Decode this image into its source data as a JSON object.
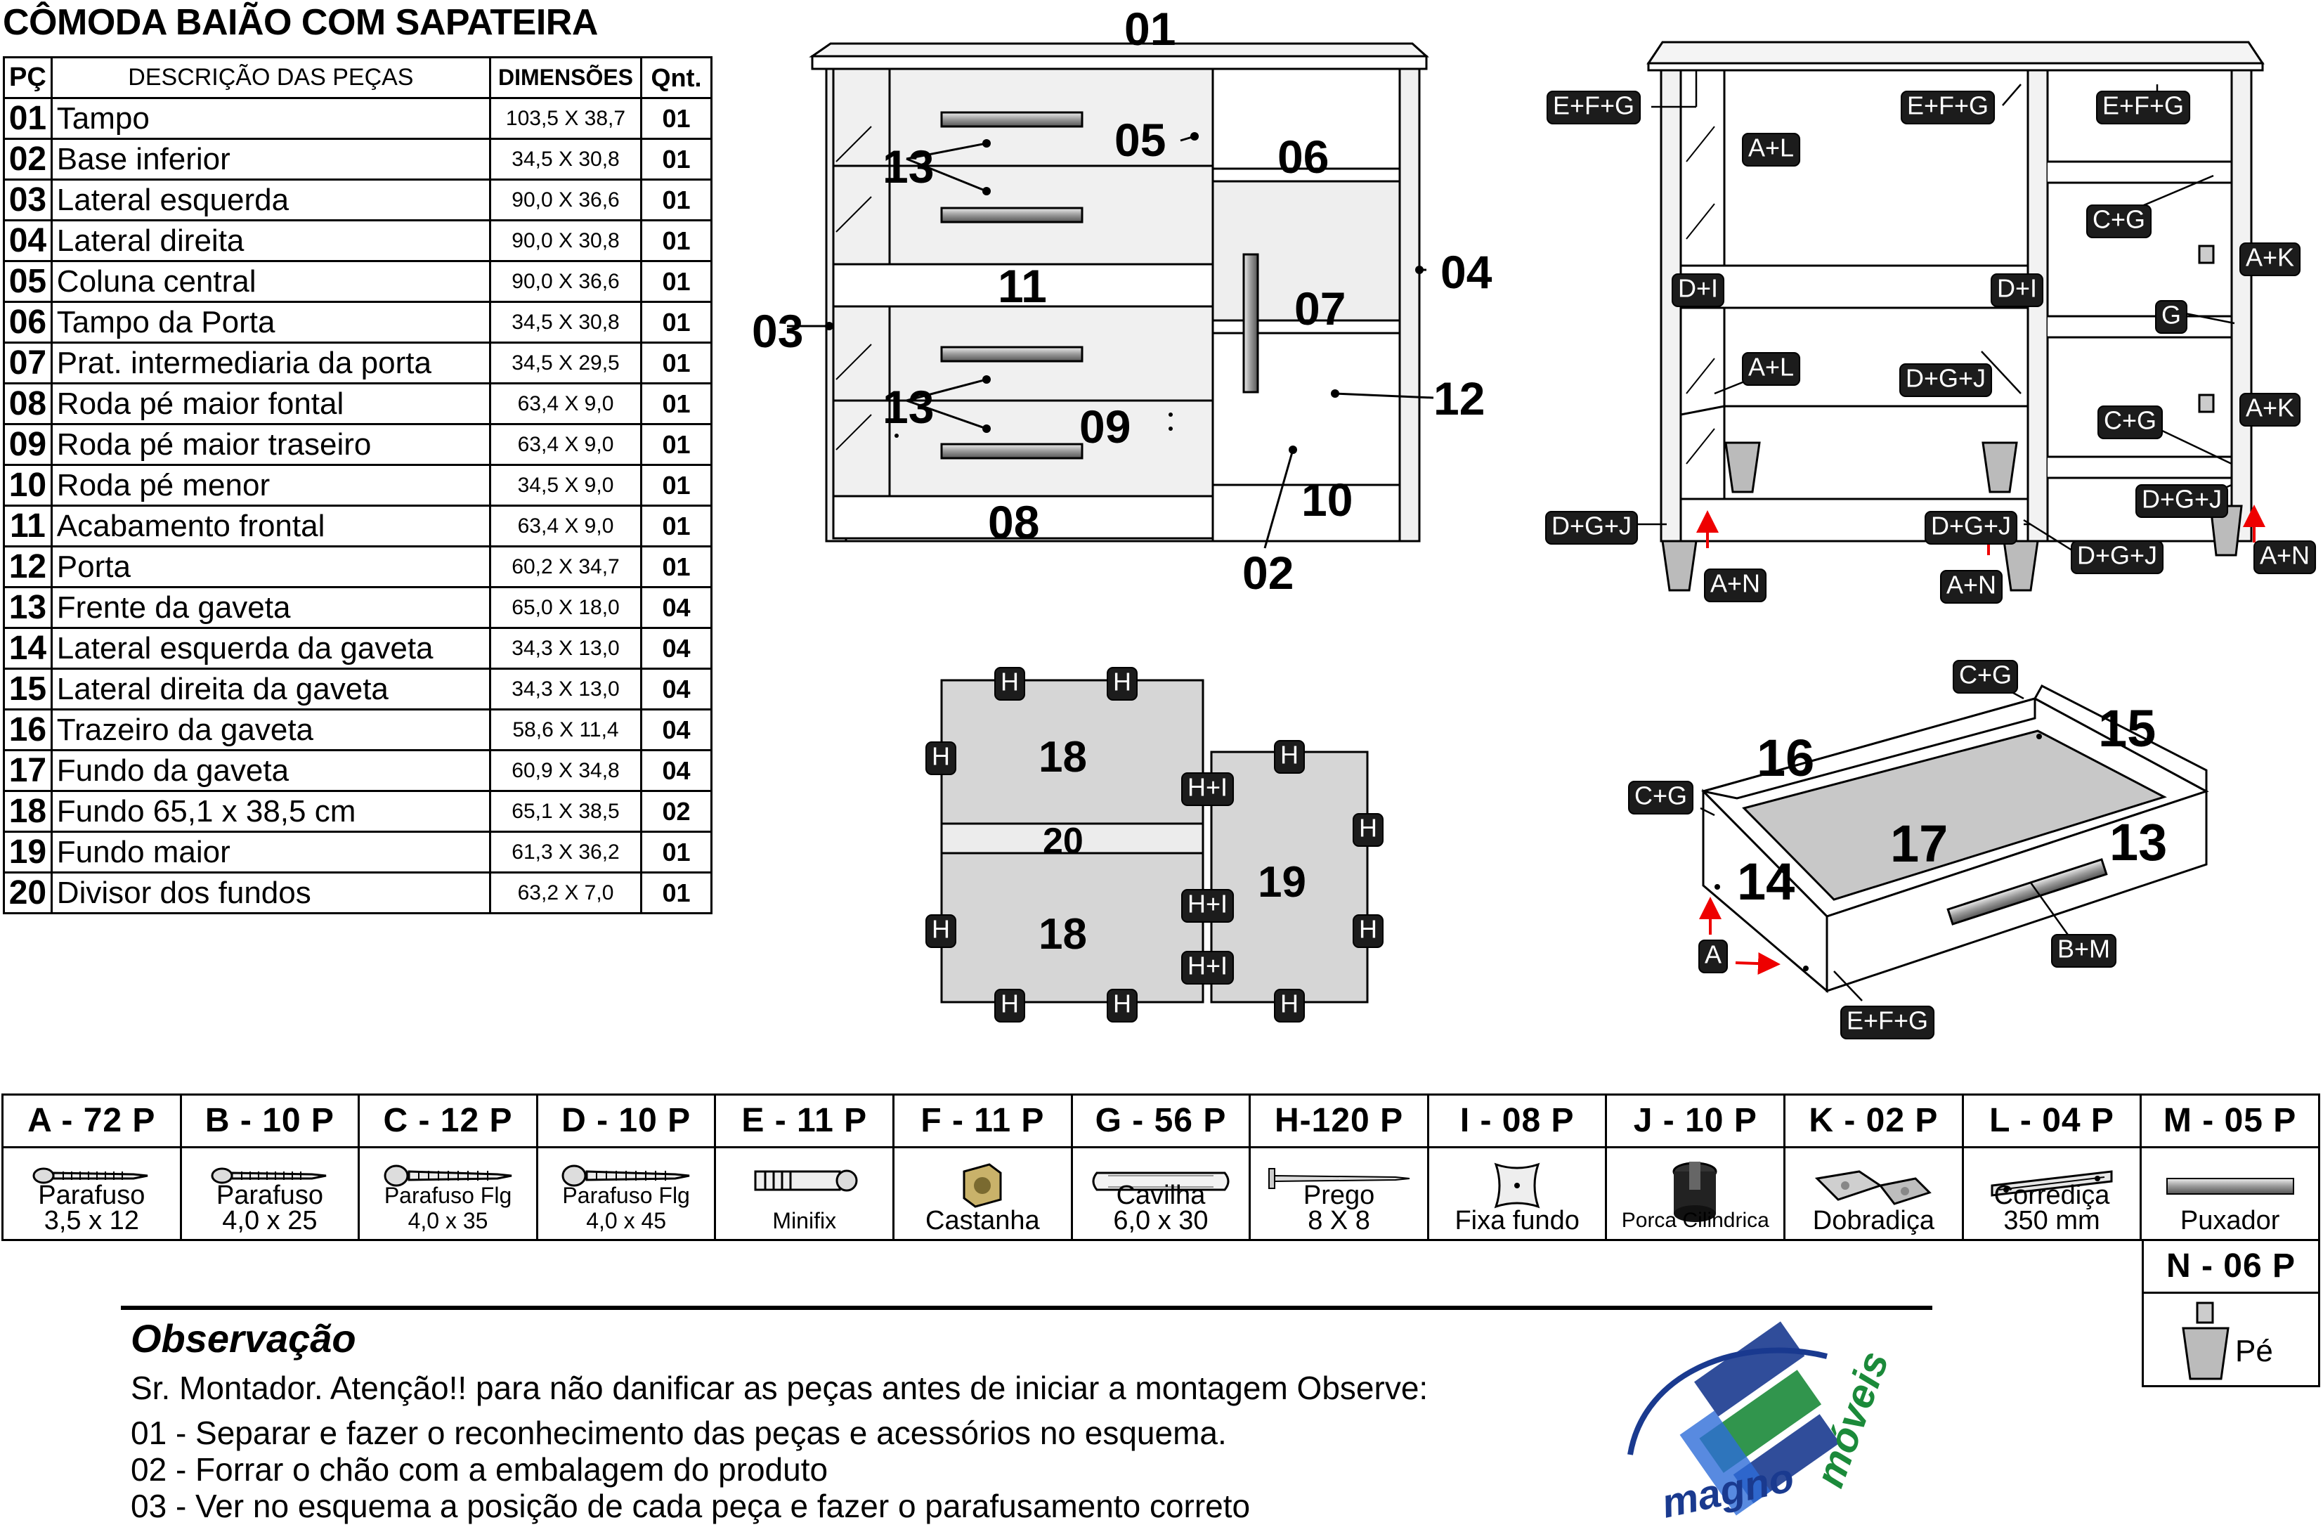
{
  "title": "CÔMODA BAIÃO COM SAPATEIRA",
  "table": {
    "headers": {
      "pc": "PÇ",
      "desc": "DESCRIÇÃO DAS PEÇAS",
      "dim": "DIMENSÕES",
      "qnt": "Qnt."
    },
    "rows": [
      {
        "n": "01",
        "desc": "Tampo",
        "dim": "103,5 X 38,7",
        "qnt": "01"
      },
      {
        "n": "02",
        "desc": "Base inferior",
        "dim": "34,5 X 30,8",
        "qnt": "01"
      },
      {
        "n": "03",
        "desc": "Lateral esquerda",
        "dim": "90,0 X 36,6",
        "qnt": "01"
      },
      {
        "n": "04",
        "desc": "Lateral direita",
        "dim": "90,0 X 30,8",
        "qnt": "01"
      },
      {
        "n": "05",
        "desc": "Coluna central",
        "dim": "90,0 X 36,6",
        "qnt": "01"
      },
      {
        "n": "06",
        "desc": "Tampo da Porta",
        "dim": "34,5 X 30,8",
        "qnt": "01"
      },
      {
        "n": "07",
        "desc": "Prat. intermediaria da porta",
        "dim": "34,5 X 29,5",
        "qnt": "01"
      },
      {
        "n": "08",
        "desc": "Roda pé maior fontal",
        "dim": "63,4 X 9,0",
        "qnt": "01"
      },
      {
        "n": "09",
        "desc": "Roda pé maior traseiro",
        "dim": "63,4 X 9,0",
        "qnt": "01"
      },
      {
        "n": "10",
        "desc": "Roda pé menor",
        "dim": "34,5 X 9,0",
        "qnt": "01"
      },
      {
        "n": "11",
        "desc": "Acabamento frontal",
        "dim": "63,4 X 9,0",
        "qnt": "01"
      },
      {
        "n": "12",
        "desc": "Porta",
        "dim": "60,2 X 34,7",
        "qnt": "01"
      },
      {
        "n": "13",
        "desc": "Frente da gaveta",
        "dim": "65,0 X 18,0",
        "qnt": "04"
      },
      {
        "n": "14",
        "desc": "Lateral esquerda da gaveta",
        "dim": "34,3 X 13,0",
        "qnt": "04"
      },
      {
        "n": "15",
        "desc": "Lateral direita da gaveta",
        "dim": "34,3 X 13,0",
        "qnt": "04"
      },
      {
        "n": "16",
        "desc": "Trazeiro da gaveta",
        "dim": "58,6 X 11,4",
        "qnt": "04"
      },
      {
        "n": "17",
        "desc": "Fundo da gaveta",
        "dim": "60,9 X 34,8",
        "qnt": "04"
      },
      {
        "n": "18",
        "desc": "Fundo 65,1 x 38,5 cm",
        "dim": "65,1 X 38,5",
        "qnt": "02"
      },
      {
        "n": "19",
        "desc": "Fundo maior",
        "dim": "61,3 X 36,2",
        "qnt": "01"
      },
      {
        "n": "20",
        "desc": "Divisor dos fundos",
        "dim": "63,2 X 7,0",
        "qnt": "01"
      }
    ]
  },
  "front_diagram": {
    "labels": {
      "l01": "01",
      "l03": "03",
      "l04": "04",
      "l05": "05",
      "l06": "06",
      "l07": "07",
      "l08": "08",
      "l09": "09",
      "l10": "10",
      "l11": "11",
      "l12": "12",
      "l13a": "13",
      "l13b": "13",
      "l02": "02"
    }
  },
  "back_diagram": {
    "tags": {
      "efg1": "E+F+G",
      "efg2": "E+F+G",
      "efg3": "E+F+G",
      "al1": "A+L",
      "al2": "A+L",
      "cg1": "C+G",
      "cg2": "C+G",
      "ak1": "A+K",
      "ak2": "A+K",
      "di1": "D+I",
      "di2": "D+I",
      "g": "G",
      "dgj1": "D+G+J",
      "dgj2": "D+G+J",
      "dgj3": "D+G+J",
      "dgj4": "D+G+J",
      "dgj5": "D+G+J",
      "an1": "A+N",
      "an2": "A+N",
      "an3": "A+N"
    }
  },
  "panels_diagram": {
    "labels": {
      "p18a": "18",
      "p18b": "18",
      "p19": "19",
      "p20": "20"
    },
    "h": "H",
    "hi": "H+I"
  },
  "drawer_diagram": {
    "labels": {
      "p13": "13",
      "p14": "14",
      "p15": "15",
      "p16": "16",
      "p17": "17"
    },
    "tags": {
      "cg1": "C+G",
      "cg2": "C+G",
      "a": "A",
      "bm": "B+M",
      "efg": "E+F+G"
    }
  },
  "hardware": [
    {
      "code": "A - 72 P",
      "name": "Parafuso\n3,5 x 12",
      "icon": "screw-icon"
    },
    {
      "code": "B - 10 P",
      "name": "Parafuso\n4,0 x 25",
      "icon": "screw-icon"
    },
    {
      "code": "C - 12 P",
      "name": "Parafuso Flg\n4,0 x 35",
      "icon": "flange-screw-icon"
    },
    {
      "code": "D - 10 P",
      "name": "Parafuso Flg\n4,0 x 45",
      "icon": "flange-screw-icon"
    },
    {
      "code": "E - 11 P",
      "name": "Minifix",
      "icon": "minifix-icon"
    },
    {
      "code": "F - 11 P",
      "name": "Castanha",
      "icon": "cam-nut-icon"
    },
    {
      "code": "G - 56 P",
      "name": "Cavilha\n6,0 x 30",
      "icon": "dowel-icon"
    },
    {
      "code": "H-120 P",
      "name": "Prego\n8 X 8",
      "icon": "nail-icon"
    },
    {
      "code": "I - 08 P",
      "name": "Fixa fundo",
      "icon": "back-fixer-icon"
    },
    {
      "code": "J - 10 P",
      "name": "Porca Cilindrica",
      "icon": "cylinder-nut-icon"
    },
    {
      "code": "K - 02 P",
      "name": "Dobradiça",
      "icon": "hinge-icon"
    },
    {
      "code": "L - 04 P",
      "name": "Corrediça\n350 mm",
      "icon": "slide-icon"
    },
    {
      "code": "M - 05 P",
      "name": "Puxador",
      "icon": "handle-icon"
    }
  ],
  "hardware_extra": {
    "code": "N - 06 P",
    "name": "Pé",
    "icon": "foot-icon"
  },
  "observacao": {
    "title": "Observação",
    "intro": "Sr. Montador. Atenção!! para não danificar as peças antes de iniciar a montagem Observe:",
    "items": [
      "01 - Separar e fazer o reconhecimento das peças e acessórios no esquema.",
      "02 - Forrar o chão com a embalagem do produto",
      "03 - Ver no esquema a posição de cada peça e fazer o parafusamento correto"
    ]
  },
  "logo": {
    "text1": "magno",
    "text2": "móveis",
    "colors": {
      "blue": "#1a3a8f",
      "green": "#1b8a3a"
    }
  }
}
